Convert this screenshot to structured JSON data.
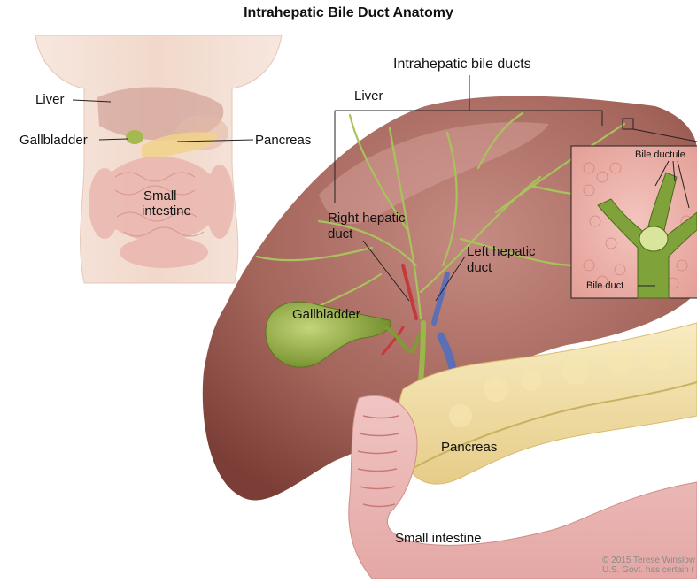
{
  "title": "Intrahepatic Bile Duct Anatomy",
  "body_inset": {
    "liver": "Liver",
    "gallbladder": "Gallbladder",
    "pancreas": "Pancreas",
    "small_intestine_line1": "Small",
    "small_intestine_line2": "intestine"
  },
  "main": {
    "intrahepatic_bile_ducts": "Intrahepatic bile ducts",
    "liver": "Liver",
    "right_hepatic_duct_line1": "Right hepatic",
    "right_hepatic_duct_line2": "duct",
    "left_hepatic_duct_line1": "Left hepatic",
    "left_hepatic_duct_line2": "duct",
    "gallbladder": "Gallbladder",
    "pancreas": "Pancreas",
    "small_intestine": "Small intestine"
  },
  "zoom_inset": {
    "bile_ductule": "Bile ductule",
    "bile_duct": "Bile duct"
  },
  "credit": {
    "line1": "© 2015 Terese Winslow",
    "line2": "U.S. Govt. has certain r"
  },
  "colors": {
    "liver": "#9c5a50",
    "gallbladder": "#8aa83a",
    "duct": "#9ab84a",
    "pancreas": "#f1dea0",
    "intestine": "#e3a6a6",
    "skin": "#f3dcd0"
  }
}
